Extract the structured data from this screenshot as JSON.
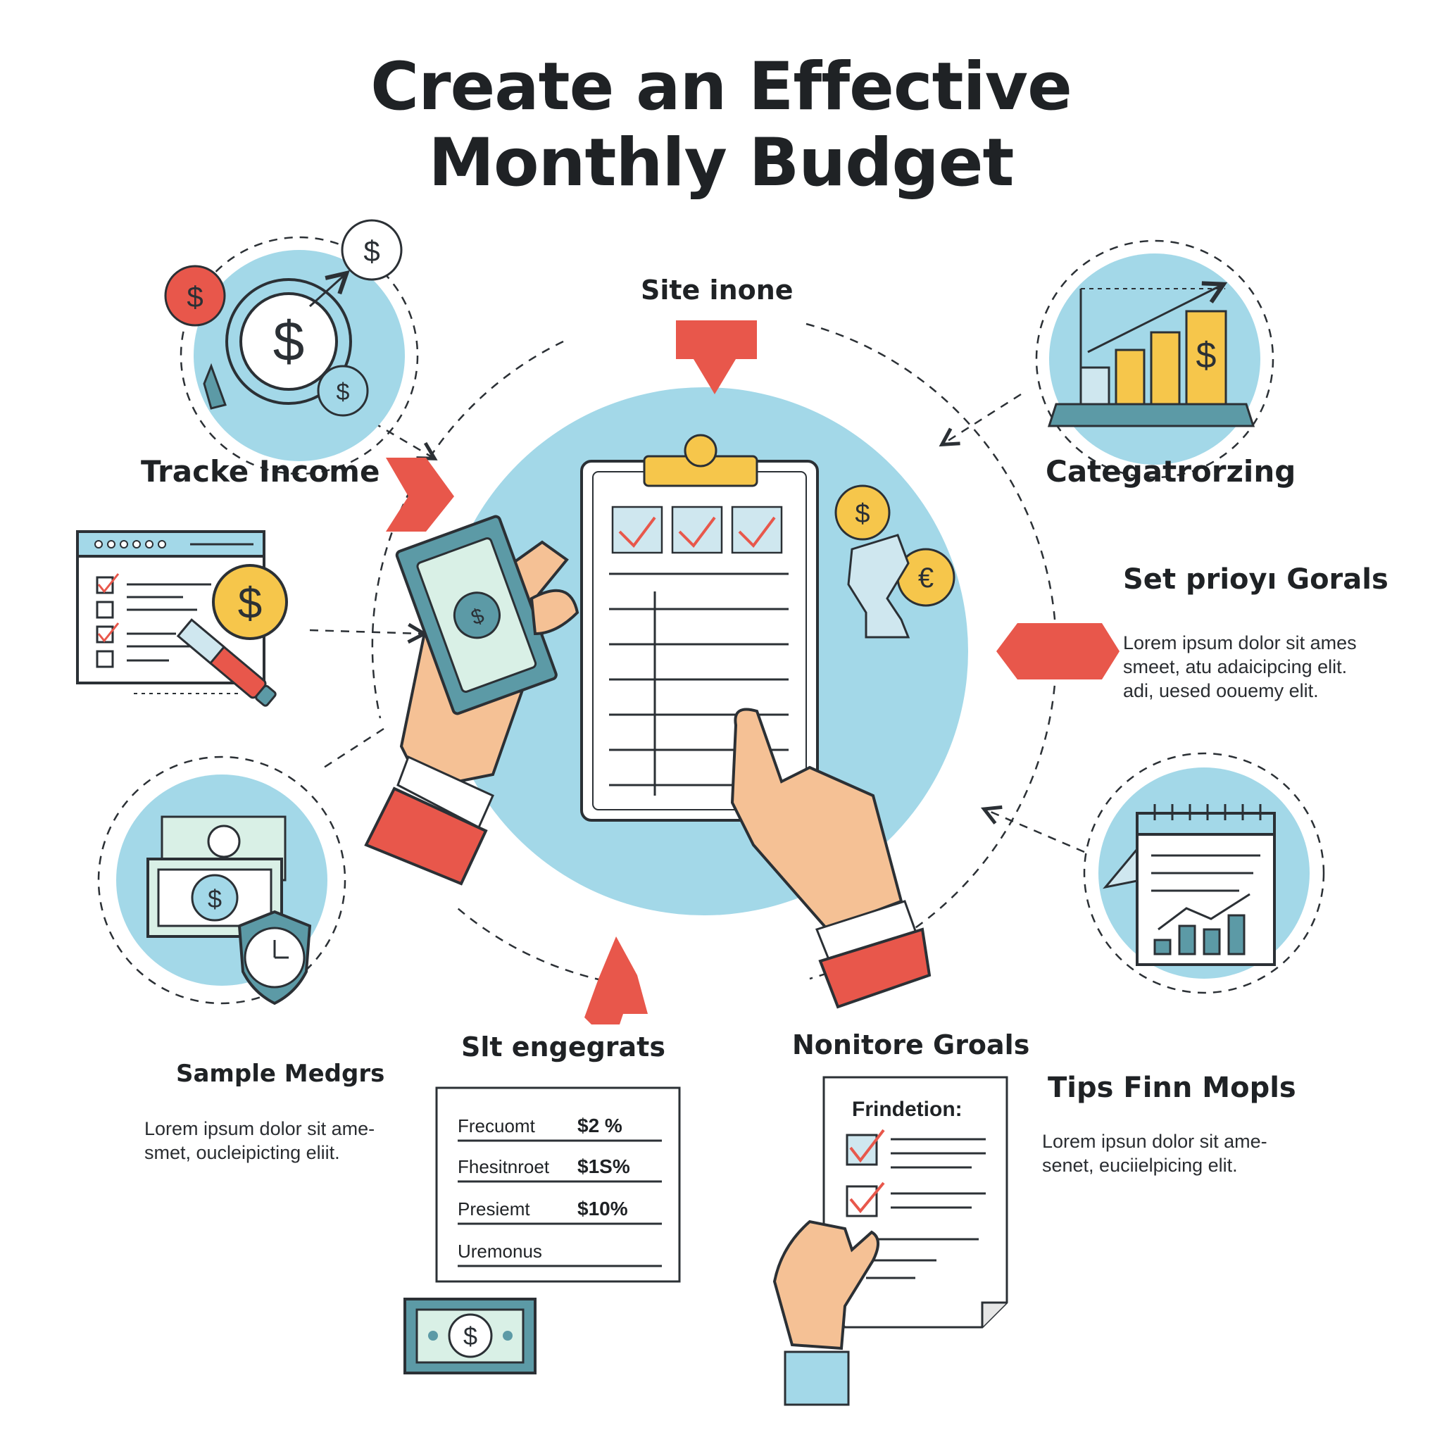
{
  "title": {
    "line1": "Create an Effective",
    "line2": "Monthly Budget"
  },
  "labels": {
    "top": "Site inone",
    "track_income": "Tracke Income",
    "categorizing": "Categatrorzing",
    "set_goals": "Set prioyı Gorals",
    "sample": "Sample Medgrs",
    "engegrats": "Slt engegrats",
    "monitor": "Nonitore Groals",
    "tips": "Tips Finn Mopls"
  },
  "texts": {
    "set_goals": [
      "Lorem ipsum dolor sit ames",
      "smeet, atu adaicipcing elit.",
      "adi, uesed oouemy elit."
    ],
    "sample": [
      "Lorem ipsum dolor sit ame-",
      "smet, oucleipicting eliit."
    ],
    "tips": [
      "Lorem ipsun dolor sit ame-",
      "senet, euciielpicing elit."
    ]
  },
  "table": {
    "rows": [
      {
        "label": "Frecuomt",
        "value": "$2 %"
      },
      {
        "label": "Fhesitnroet",
        "value": "$1S%"
      },
      {
        "label": "Presiemt",
        "value": "$10%"
      },
      {
        "label": "Uremonus",
        "value": ""
      }
    ]
  },
  "doc_heading": "Frindetion:",
  "colors": {
    "accent_blue": "#a3d8e8",
    "teal": "#4f8f9d",
    "red": "#e8574b",
    "yellow": "#f6c64b",
    "ink": "#2b3035",
    "skin": "#f5c195"
  },
  "icons": [
    "dollar-coin-icon",
    "euro-coin-icon",
    "bar-chart-icon",
    "calendar-icon",
    "shield-clock-icon",
    "banknote-icon",
    "clipboard-icon",
    "checklist-icon",
    "arrow-icon"
  ]
}
